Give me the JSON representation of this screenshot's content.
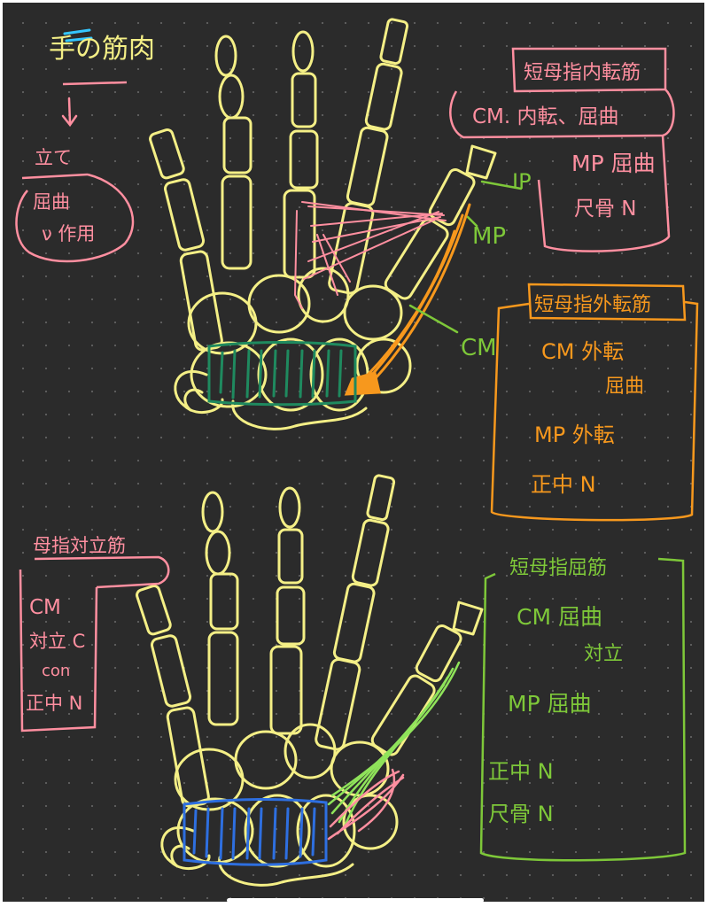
{
  "colors": {
    "canvas": "#2b2b2b",
    "bone": "#f4ef86",
    "pink": "#ff8fa0",
    "orange": "#f7981d",
    "green": "#7ec839",
    "lime": "#8fe35a",
    "teal": "#1f8a5f",
    "blue": "#2e6fe0",
    "cyan": "#35c7ff",
    "white": "#ffffff"
  },
  "icons": [
    "upper-hand-skeleton-icon",
    "lower-hand-skeleton-icon",
    "arrow-down-icon",
    "home-indicator-icon"
  ],
  "title": {
    "main": "手の筋肉",
    "sub1": "立て",
    "sub2": "屈曲",
    "sub3": "ν 作用"
  },
  "upper": {
    "labels": {
      "ip": "IP",
      "mp": "MP",
      "cm": "CM"
    },
    "pink_box": {
      "title": "短母指内転筋",
      "line1": "CM. 内転、屈曲",
      "line2": "MP 屈曲",
      "line3": "尺骨 N"
    },
    "orange_box": {
      "title": "短母指外転筋",
      "line1": "CM 外転",
      "line2": "屈曲",
      "line3": "MP 外転",
      "line4": "正中 N"
    }
  },
  "lower": {
    "pink_box": {
      "title": "母指対立筋",
      "line1": "CM",
      "line2": "対立 C",
      "line3": "con",
      "line4": "正中 N"
    },
    "green_box": {
      "title": "短母指屈筋",
      "line1": "CM 屈曲",
      "line2": "対立",
      "line3": "MP 屈曲",
      "line4": "正中 N",
      "line5": "尺骨 N"
    }
  }
}
